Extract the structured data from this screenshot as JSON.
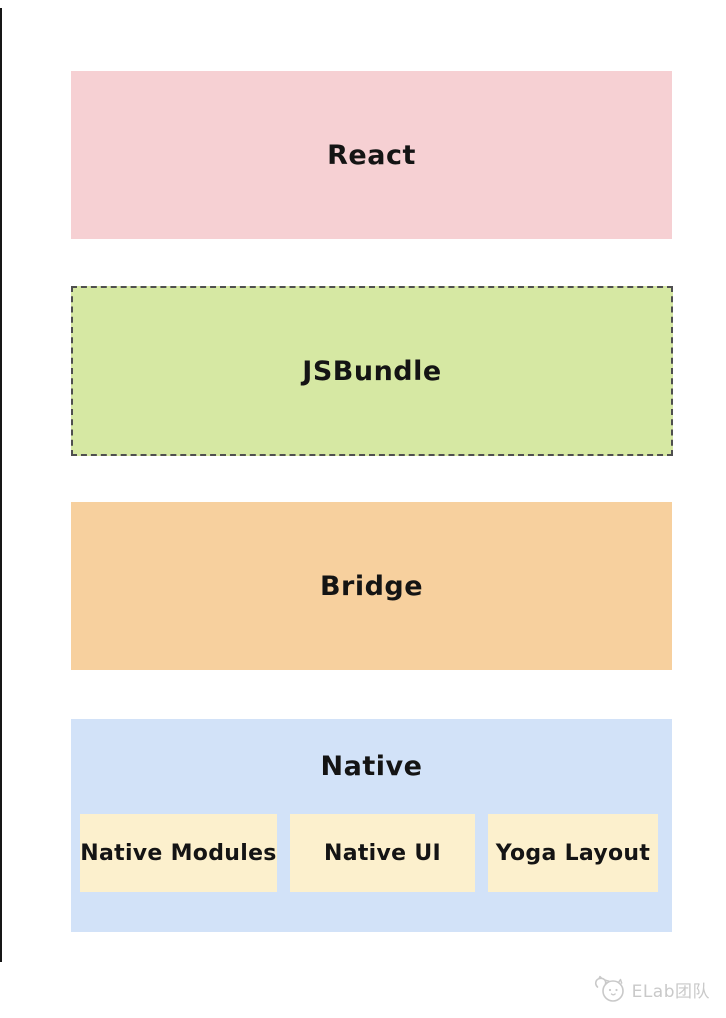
{
  "diagram": {
    "layers": [
      {
        "name": "react",
        "label": "React",
        "bg": "#f6d0d3"
      },
      {
        "name": "jsbundle",
        "label": "JSBundle",
        "bg": "#d6e8a3",
        "border_style": "dashed",
        "border_color": "#4f4f4f"
      },
      {
        "name": "bridge",
        "label": "Bridge",
        "bg": "#f7d09e"
      },
      {
        "name": "native",
        "label": "Native",
        "bg": "#d2e2f8",
        "child_bg": "#fcf0cd",
        "children": [
          {
            "label": "Native Modules"
          },
          {
            "label": "Native UI"
          },
          {
            "label": "Yoga Layout"
          }
        ]
      }
    ],
    "text_color": "#141414"
  },
  "watermark": {
    "label": "ELab团队",
    "icon": "mascot-icon",
    "color": "#c9c9c9"
  }
}
